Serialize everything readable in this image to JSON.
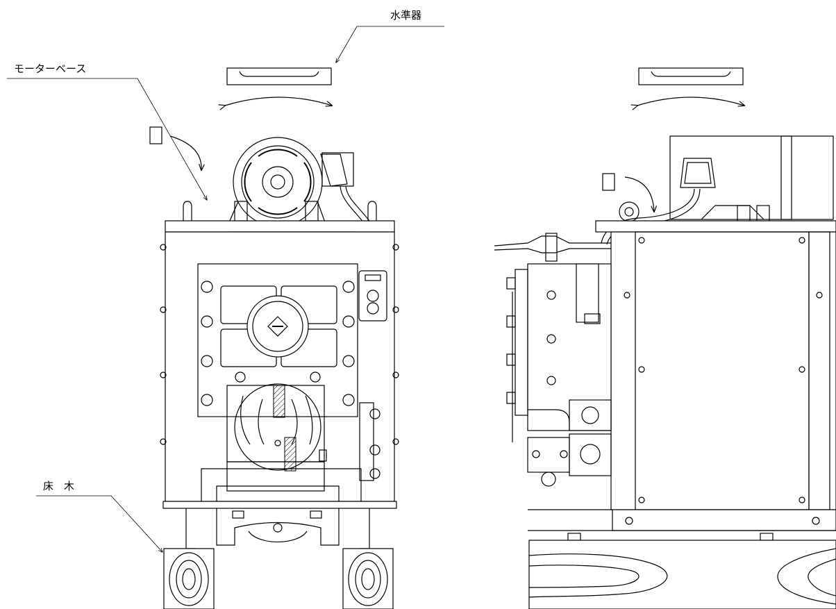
{
  "labels": {
    "level": "水準器",
    "motor_base": "モーターベース",
    "floor_wood": "床　木"
  },
  "colors": {
    "line": "#000000",
    "background": "#ffffff"
  },
  "icons": {
    "callout_box_front": "callout-box-icon",
    "callout_box_side": "callout-box-icon",
    "rotate_arrow": "curved-double-arrow-icon"
  }
}
